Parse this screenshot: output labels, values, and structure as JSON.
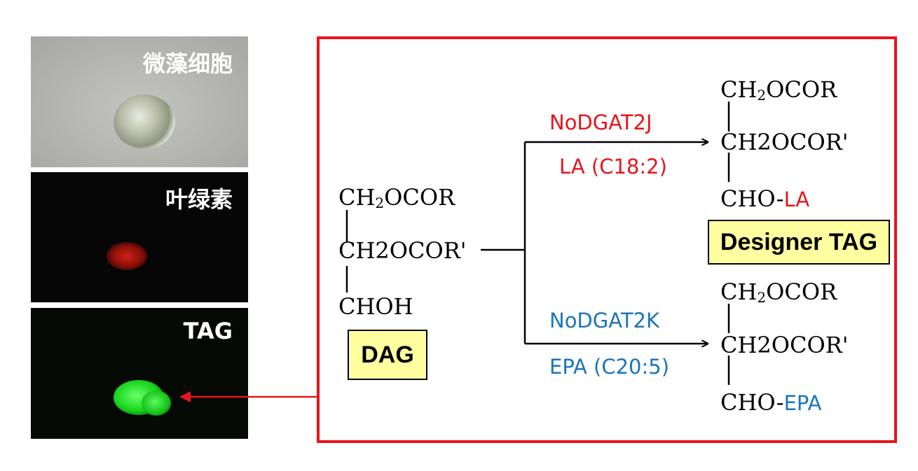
{
  "panels": {
    "microalgae_label": "微藻细胞",
    "chlorophyll_label": "叶绿素",
    "tag_label": "TAG"
  },
  "substrate": {
    "line1_main": "CH",
    "line1_sub": "2",
    "line1_end": "OCOR",
    "line2": "CH2OCOR'",
    "line3": "CHOH",
    "badge": "DAG"
  },
  "pathway_top": {
    "enzyme": "NoDGAT2J",
    "fatty_acid": "LA (C18:2)",
    "line1_main": "CH",
    "line1_sub": "2",
    "line1_end": "OCOR",
    "line2": "CH2OCOR'",
    "line3_prefix": "CHO-",
    "line3_acyl": "LA"
  },
  "designer_badge": "Designer TAG",
  "pathway_bottom": {
    "enzyme": "NoDGAT2K",
    "fatty_acid": "EPA (C20:5)",
    "line1_main": "CH",
    "line1_sub": "2",
    "line1_end": "OCOR",
    "line2": "CH2OCOR'",
    "line3_prefix": "CHO-",
    "line3_acyl": "EPA"
  },
  "colors": {
    "frame": "#e8141c",
    "la_accent": "#e8141c",
    "epa_accent": "#1b75bb",
    "badge_fill": "#ffffa0"
  }
}
